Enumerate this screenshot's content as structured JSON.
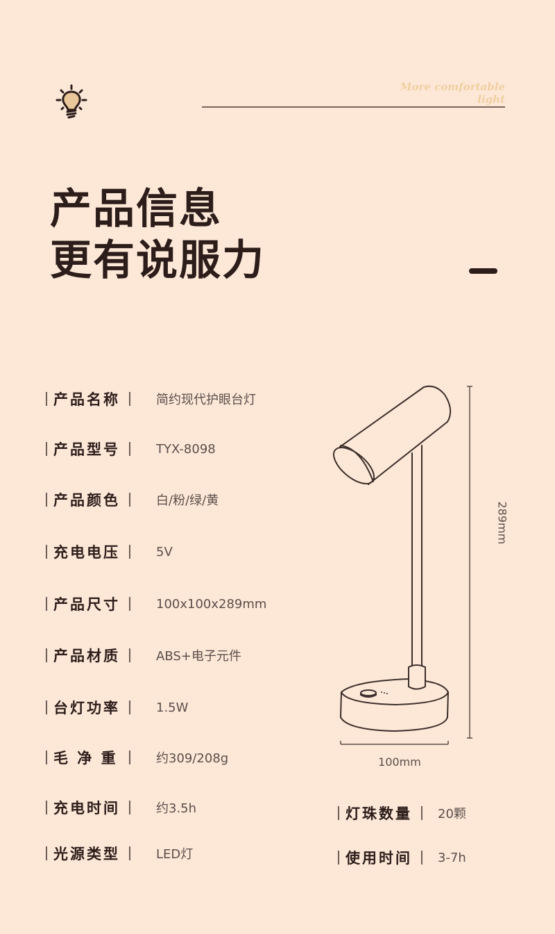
{
  "header": {
    "icon": "lightbulb-icon",
    "tagline": "More comfortable light"
  },
  "title": {
    "line1": "产品信息",
    "line2": "更有说服力"
  },
  "specs": [
    {
      "label": "产品名称",
      "value": "简约现代护眼台灯"
    },
    {
      "label": "产品型号",
      "value": "TYX-8098"
    },
    {
      "label": "产品颜色",
      "value": "白/粉/绿/黄"
    },
    {
      "label": "充电电压",
      "value": "5V"
    },
    {
      "label": "产品尺寸",
      "value": "100x100x289mm"
    },
    {
      "label": "产品材质",
      "value": "ABS+电子元件"
    },
    {
      "label": "台灯功率",
      "value": "1.5W"
    },
    {
      "label": "毛 净 重",
      "value": "约309/208g"
    },
    {
      "label": "充电时间",
      "value": "约3.5h"
    },
    {
      "label": "光源类型",
      "value": "LED灯"
    }
  ],
  "side_specs": [
    {
      "label": "灯珠数量",
      "value": "20颗"
    },
    {
      "label": "使用时间",
      "value": "3-7h"
    }
  ],
  "diagram": {
    "height_label": "289mm",
    "width_label": "100mm"
  },
  "colors": {
    "background": "#fde8d8",
    "text_dark": "#2c1d1a",
    "text_value": "#5a4e4a",
    "tagline": "#f0cfa0",
    "bulb_fill": "#eac79a"
  }
}
